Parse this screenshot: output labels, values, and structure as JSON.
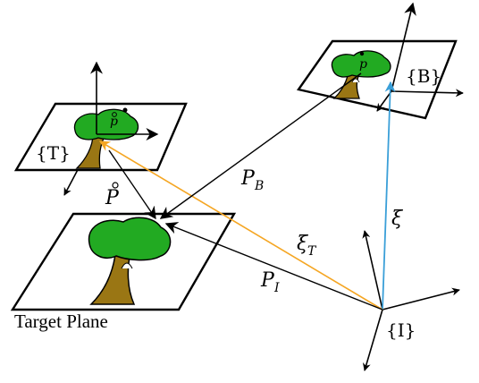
{
  "labels": {
    "frame_T": "{T}",
    "frame_B": "{B}",
    "frame_I": "{I}",
    "caption_target_plane": "Target Plane",
    "xi": "ξ",
    "xi_T": "ξ",
    "xi_T_sub": "T",
    "P_B": "P",
    "P_B_sub": "B",
    "P_I": "P",
    "P_I_sub": "I",
    "P_ring": "P",
    "p_ring_T": "p",
    "p_B": "p"
  },
  "colors": {
    "orange_vector": "#f5a623",
    "blue_vector": "#3a9fd8",
    "foliage": "#22aa22",
    "trunk": "#9a7614"
  }
}
